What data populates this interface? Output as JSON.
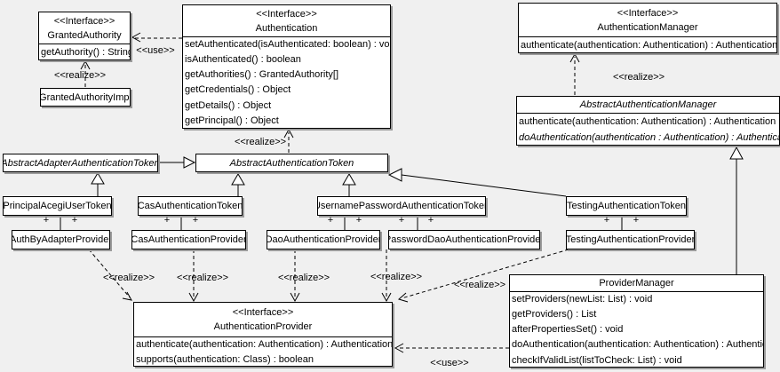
{
  "diagram": {
    "classes": {
      "granted_authority": {
        "stereotype": "<<Interface>>",
        "name": "GrantedAuthority",
        "methods": [
          "getAuthority() : String"
        ]
      },
      "granted_authority_impl": {
        "name": "GrantedAuthorityImpl"
      },
      "authentication": {
        "stereotype": "<<Interface>>",
        "name": "Authentication",
        "methods": [
          "setAuthenticated(isAuthenticated: boolean) : void",
          "isAuthenticated() : boolean",
          "getAuthorities() : GrantedAuthority[]",
          "getCredentials() : Object",
          "getDetails() : Object",
          "getPrincipal() : Object"
        ]
      },
      "authentication_manager": {
        "stereotype": "<<Interface>>",
        "name": "AuthenticationManager",
        "methods": [
          "authenticate(authentication: Authentication) : Authentication"
        ]
      },
      "abstract_authentication_manager": {
        "name": "AbstractAuthenticationManager",
        "methods": [
          "authenticate(authentication: Authentication) : Authentication",
          "doAuthentication(authentication : Authentication) : Authentication"
        ]
      },
      "abstract_adapter_authentication_token": {
        "name": "AbstractAdapterAuthenticationToken"
      },
      "abstract_authentication_token": {
        "name": "AbstractAuthenticationToken"
      },
      "principal_acegi_user_token": {
        "name": "PrincipalAcegiUserToken"
      },
      "cas_authentication_token": {
        "name": "CasAuthenticationToken"
      },
      "username_password_authentication_token": {
        "name": "UsernamePasswordAuthenticationToken"
      },
      "testing_authentication_token": {
        "name": "TestingAuthenticationToken"
      },
      "auth_by_adapter_provider": {
        "name": "AuthByAdapterProvider"
      },
      "cas_authentication_provider": {
        "name": "CasAuthenticationProvider"
      },
      "dao_authentication_provider": {
        "name": "DaoAuthenticationProvider"
      },
      "password_dao_authentication_provider": {
        "name": "PasswordDaoAuthenticationProvider"
      },
      "testing_authentication_provider": {
        "name": "TestingAuthenticationProvider"
      },
      "authentication_provider": {
        "stereotype": "<<Interface>>",
        "name": "AuthenticationProvider",
        "methods": [
          "authenticate(authentication: Authentication) : Authentication",
          "supports(authentication: Class) : boolean"
        ]
      },
      "provider_manager": {
        "name": "ProviderManager",
        "methods": [
          "setProviders(newList: List) : void",
          "getProviders() : List",
          "afterPropertiesSet() : void",
          "doAuthentication(authentication: Authentication) : Authentication",
          "checkIfValidList(listToCheck: List) : void"
        ]
      }
    },
    "edge_labels": {
      "use": "<<use>>",
      "realize": "<<realize>>",
      "plus": "+"
    },
    "colors": {
      "canvas_bg": "#f0f0f0",
      "box_bg": "#ffffff",
      "box_border": "#000000",
      "box_shadow": "#9b9b9b",
      "text": "#000000"
    }
  }
}
